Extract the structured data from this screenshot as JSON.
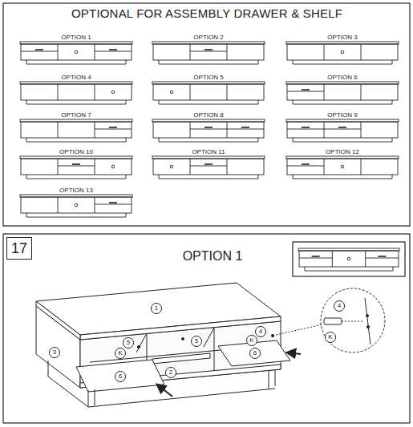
{
  "diagram": {
    "title": "OPTIONAL FOR ASSEMBLY DRAWER & SHELF",
    "nodes": [
      {
        "text": [
          "17"
        ]
      }
    ],
    "labels": [
      "OPTION 1",
      "OPTION 2",
      "OPTION 3",
      "OPTION 4",
      "OPTION 5",
      "OPTION 6",
      "OPTION 7",
      "OPTION 8",
      "OPTION 9",
      "OPTION 10",
      "OPTION 11",
      "OPTION 12",
      "OPTION 13",
      "OPTION 1",
      "1",
      "3",
      "5",
      "K",
      "5",
      "2",
      "4",
      "K",
      "6",
      "6",
      "4",
      "K"
    ]
  }
}
